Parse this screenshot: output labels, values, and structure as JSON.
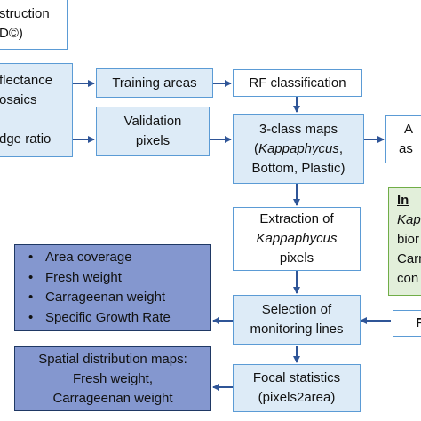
{
  "nodes": {
    "construction": [
      "struction",
      "D©)"
    ],
    "reflectance": [
      "flectance",
      "osaics"
    ],
    "edge_ratio": "dge  ratio",
    "training_areas": "Training areas",
    "validation_pixels": [
      "Validation",
      "pixels"
    ],
    "rf_classification": "RF classification",
    "class_maps": {
      "line1": "3-class maps",
      "italic": "Kappaphycus",
      "line2_tail": ",",
      "line3": "Bottom, Plastic)"
    },
    "accuracy": [
      "A",
      "as"
    ],
    "extraction": {
      "line1": "Extraction of",
      "italic": "Kappaphycus",
      "line3": "pixels"
    },
    "metrics": [
      "Area coverage",
      "Fresh weight",
      "Carrageenan weight",
      "Specific Growth Rate"
    ],
    "selection": [
      "Selection of",
      "monitoring lines"
    ],
    "spatial_maps": [
      "Spatial distribution maps:",
      "Fresh weight,",
      "Carrageenan weight"
    ],
    "focal_statistics": [
      "Focal statistics",
      "(pixels2area)"
    ],
    "insitu": {
      "title": "In",
      "italic": "Kap",
      "lines": [
        "bior",
        "Carr",
        "con"
      ]
    },
    "partial_box": "F"
  },
  "colors": {
    "blue_border": "#5b9bd5",
    "light_fill": "#ddebf7",
    "dark_fill": "#8497cf",
    "dark_border": "#1f3864",
    "green_fill": "#e2efda",
    "green_border": "#70ad47",
    "arrow": "#2f5597"
  }
}
